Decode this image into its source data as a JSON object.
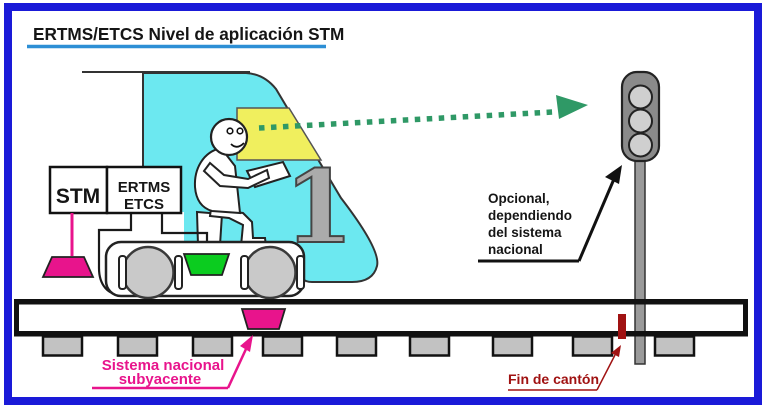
{
  "title": {
    "text": "ERTMS/ETCS Nivel de aplicación STM"
  },
  "train": {
    "stm_box_label": "STM",
    "ertms_box_line1": "ERTMS",
    "ertms_box_line2": "ETCS",
    "front_number": "1"
  },
  "signal_note": {
    "line1": "Opcional,",
    "line2": "dependiendo",
    "line3": "del sistema",
    "line4": "nacional"
  },
  "track_note": {
    "line1": "Sistema nacional",
    "line2": "subyacente"
  },
  "block_note": {
    "text": "Fin de cantón"
  },
  "colors": {
    "frame_blue": "#1A1AD8",
    "title_underline_blue": "#2D8FD5",
    "train_body_cyan": "#6CE8F0",
    "windshield_yellow": "#F0EF5E",
    "magenta": "#E8148C",
    "green_balise": "#0BCC1F",
    "arrow_green": "#2F9966",
    "signal_head_gray": "#8A8A8A",
    "signal_light_gray": "#CFCFCF",
    "pole_gray": "#9A9A9A",
    "wheel_gray": "#C9C9C9",
    "sleeper_gray": "#C2C2C2",
    "number_gray": "#ABABAB",
    "dark_red": "#A01212",
    "ink_black": "#151515"
  }
}
